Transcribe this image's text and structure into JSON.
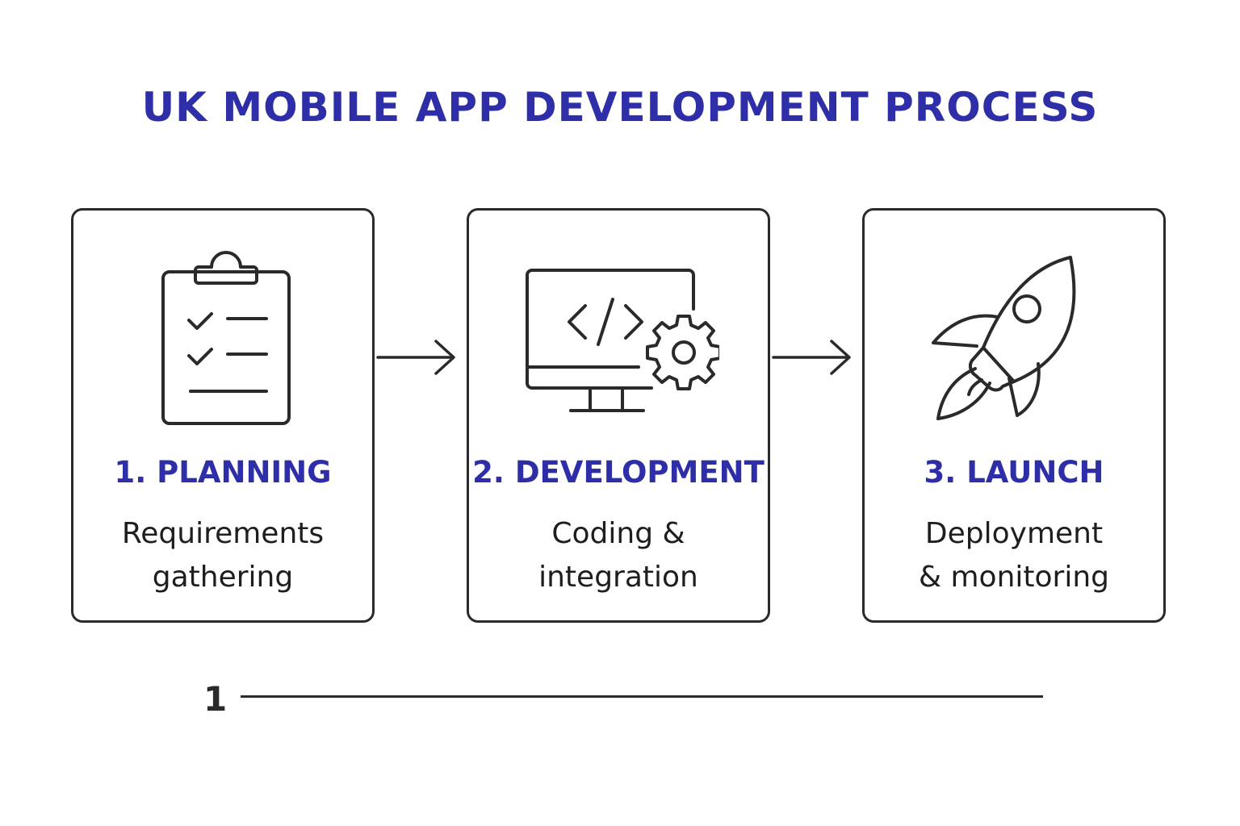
{
  "title": "UK MOBILE APP DEVELOPMENT PROCESS",
  "colors": {
    "accent": "#2e2ea8",
    "line": "#2a2a2a",
    "text": "#1e1e1e"
  },
  "steps": [
    {
      "title": "1. PLANNING",
      "desc_line1": "Requirements",
      "desc_line2": "gathering",
      "icon": "clipboard-checklist-icon"
    },
    {
      "title": "2. DEVELOPMENT",
      "desc_line1": "Coding &",
      "desc_line2": "integration",
      "icon": "monitor-code-gear-icon"
    },
    {
      "title": "3. LAUNCH",
      "desc_line1": "Deployment",
      "desc_line2": "& monitoring",
      "icon": "rocket-icon"
    }
  ],
  "timeline": {
    "label": "1"
  }
}
